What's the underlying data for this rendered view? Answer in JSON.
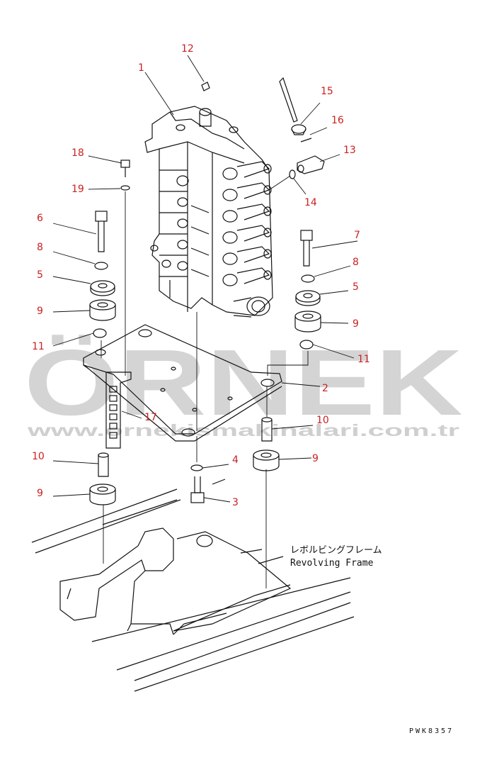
{
  "watermark": {
    "logo": "ÖRNEK",
    "url": "www.ornekismakinalari.com.tr"
  },
  "frame_label": {
    "jp": "レボルビングフレーム",
    "en": "Revolving Frame"
  },
  "drawing_code": "PWK8357",
  "colors": {
    "callout": "#cc2020",
    "line": "#111111",
    "watermark": "#d4d4d4",
    "background": "#ffffff"
  },
  "callouts": {
    "c1": "1",
    "c2": "2",
    "c3": "3",
    "c4": "4",
    "c5a": "5",
    "c5b": "5",
    "c6": "6",
    "c7": "7",
    "c8a": "8",
    "c8b": "8",
    "c9a": "9",
    "c9b": "9",
    "c9c": "9",
    "c9d": "9",
    "c10a": "10",
    "c10b": "10",
    "c11a": "11",
    "c11b": "11",
    "c12": "12",
    "c13": "13",
    "c14": "14",
    "c15": "15",
    "c16": "16",
    "c17": "17",
    "c18": "18",
    "c19": "19"
  }
}
